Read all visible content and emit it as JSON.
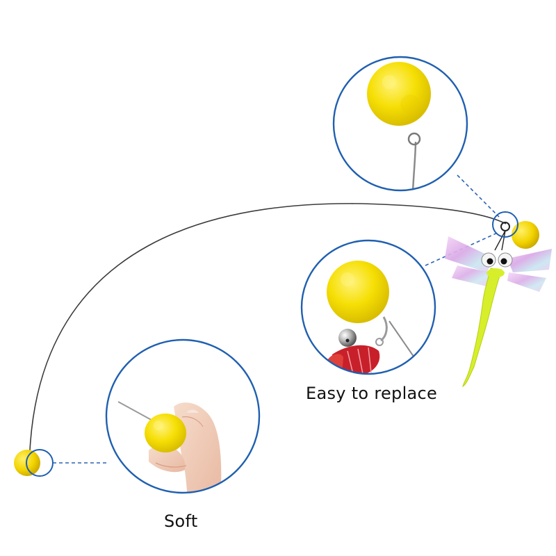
{
  "captions": {
    "easy_to_replace": "Easy to replace",
    "soft": "Soft"
  },
  "colors": {
    "circle_border": "#1f5fb0",
    "leader_line": "#2a62b4",
    "pompom_yellow": "#f6df05",
    "wire": "#3a3a3a",
    "dragonfly_body": "#d7ef2a",
    "wing_pink": "#e6b8ec",
    "charm_red": "#c8202a",
    "skin": "#f1d0bd"
  },
  "icons": {
    "top_detail": "pompom-on-wire-loop",
    "middle_detail": "pompom-with-bell-and-charm",
    "bottom_detail": "hand-squeezing-pompom",
    "toy": "dragonfly-toy"
  }
}
